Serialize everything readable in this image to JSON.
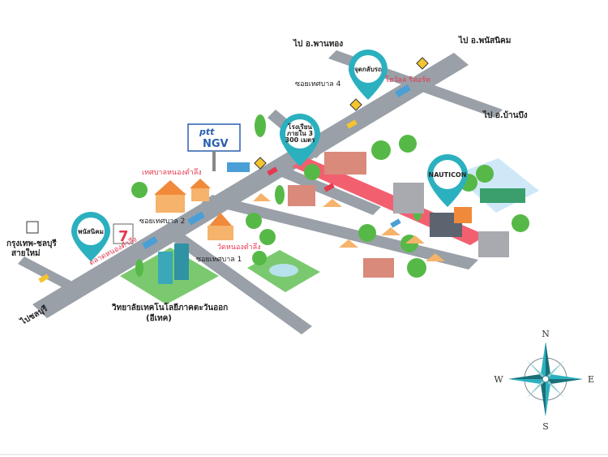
{
  "roads": {
    "to_phanthong": "ไป อ.พานทอง",
    "to_phanatnikhom": "ไป อ.พนัสนิคม",
    "to_banbueng": "ไป อ.บ้านบึง",
    "to_chonburi": "ไปชลบุรี",
    "soi4": "ซอยเทศบาล 4",
    "soi2": "ซอยเทศบาล 2",
    "soi1": "ซอยเทศบาล 1"
  },
  "places": {
    "bkk_chonburi_road": "กรุงเทพ-ชลบุรี",
    "bkk_chonburi_road2": "สายใหม่",
    "market": "ตลาดหนองตำลึง",
    "temple": "วัดหนองตำลึง",
    "municipality": "เทศบาลหนองตำลึง",
    "college": "วิทยาลัยเทคโนโลยีภาคตะวันออก",
    "college2": "(อีเทค)",
    "intersection_note": "โฮวัลล รีสอร์ท"
  },
  "pins": {
    "phanatnikhom": "พนัสนิคม",
    "intersection": "จุดกลับรถ",
    "company_line1": "โรงเรียน",
    "company_line2": "ภายใน 3",
    "company_line3": "300 เมตร",
    "factory": "NAUTICON"
  },
  "brands": {
    "ptt": "ptt",
    "ngv": "NGV",
    "seven": "7"
  },
  "compass": {
    "n": "N",
    "s": "S",
    "e": "E",
    "w": "W"
  },
  "colors": {
    "road": "#9aa0a8",
    "pin": "#2bb0bf",
    "highlight": "#f2606f",
    "tree": "#56b947",
    "roof": "#f08a3a"
  }
}
